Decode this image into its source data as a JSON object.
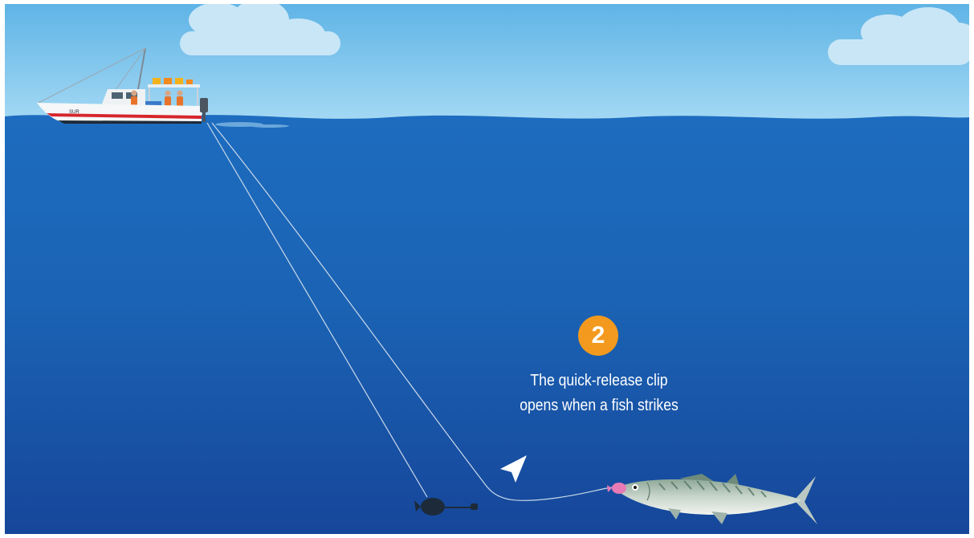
{
  "step": {
    "number": "2",
    "caption_line1": "The quick-release clip",
    "caption_line2": "opens when a fish strikes"
  },
  "colors": {
    "sky_top": "#5fb4e6",
    "sky_bottom": "#a9dbf5",
    "sea_top": "#1e72c2",
    "sea_bottom": "#15499a",
    "badge": "#f39a1e",
    "line": "#c9d9ea"
  },
  "icons": {
    "boat": "fishing-boat-icon",
    "weight": "downrigger-weight-icon",
    "fish": "mackerel-icon",
    "lure": "pink-lure-icon",
    "pointer": "arrow-pointer-icon"
  }
}
